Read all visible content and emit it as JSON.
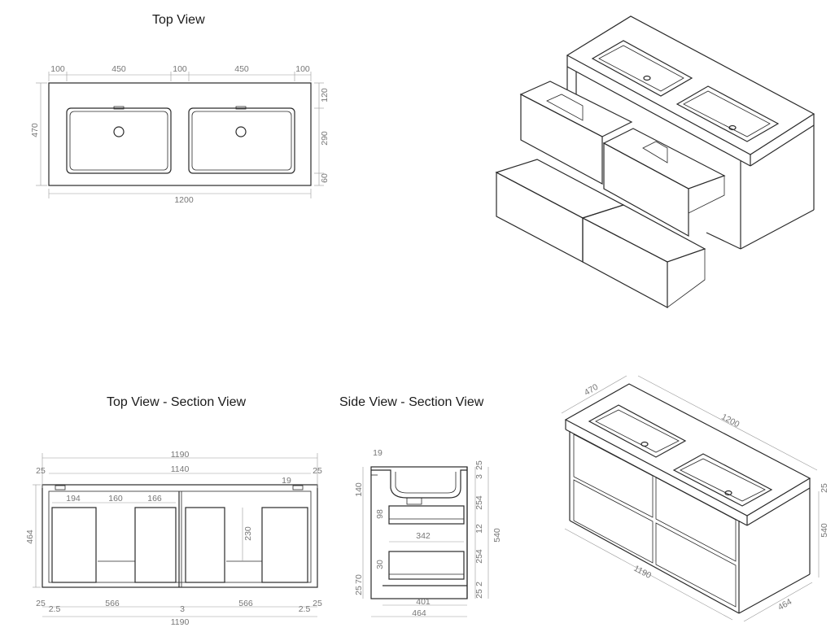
{
  "titles": {
    "top_view": "Top View",
    "top_section": "Top View - Section View",
    "side_section": "Side View - Section View"
  },
  "top_view": {
    "horizontal": [
      "100",
      "450",
      "100",
      "450",
      "100"
    ],
    "total_width": "1200",
    "depth": "470",
    "vertical": [
      "120",
      "290",
      "60"
    ]
  },
  "top_section": {
    "overall_top": "1190",
    "inner_width": "1140",
    "left_offset": "25",
    "right_offset": "25",
    "right_small": "19",
    "drawer_parts": [
      "194",
      "160",
      "166"
    ],
    "depth": "464",
    "drawer_height": "230",
    "bottom_left_offset": "25",
    "bottom_left_gap": "2.5",
    "bottom_left_width": "566",
    "bottom_middle": "3",
    "bottom_right_width": "566",
    "bottom_right_gap": "2.5",
    "bottom_right_offset": "25",
    "overall_bottom": "1190"
  },
  "side_section": {
    "top_small": "19",
    "basin_depth": "140",
    "upper_drawer_inner": "98",
    "inner_width": "342",
    "lower_drawer_inner": "30",
    "plinth_a": "25",
    "plinth_b": "70",
    "base_width": "401",
    "total_depth": "464",
    "right_a": "25",
    "right_b": "3",
    "upper_front": "254",
    "gap": "12",
    "lower_front": "254",
    "bottom_a": "2",
    "bottom_b": "25",
    "total_height": "540"
  },
  "iso_view": {
    "depth": "470",
    "width": "1200",
    "top_thickness": "25",
    "height": "540",
    "base_width": "1190",
    "base_depth": "464"
  }
}
